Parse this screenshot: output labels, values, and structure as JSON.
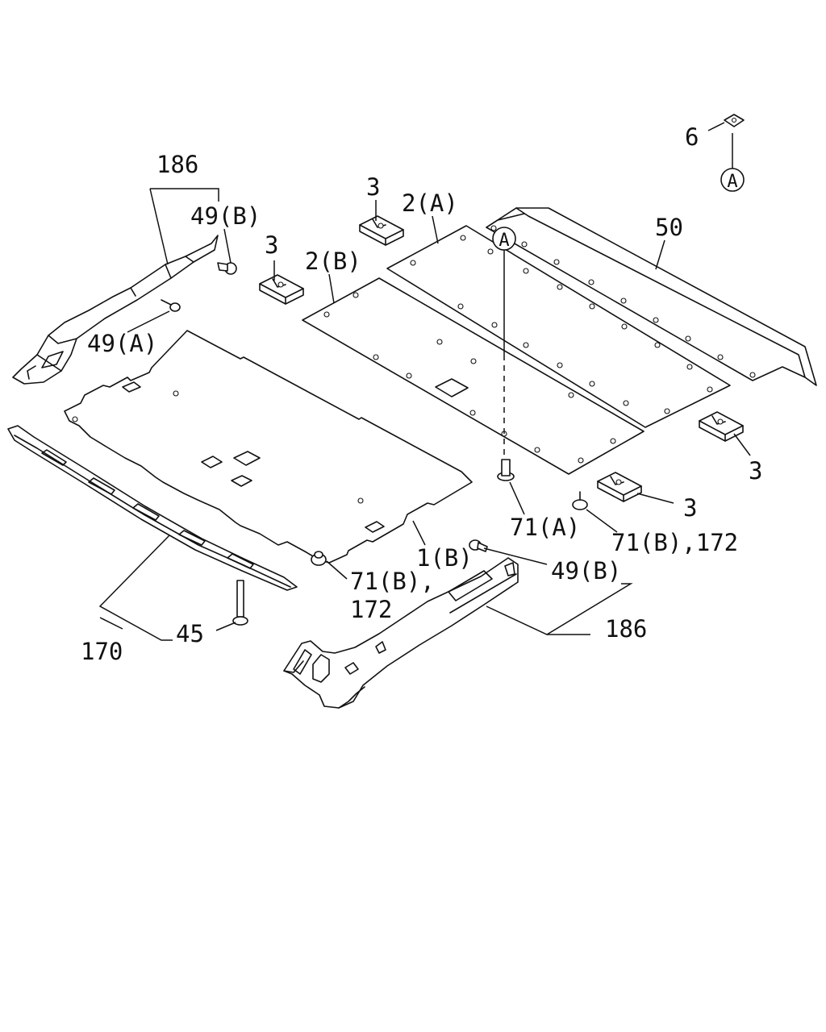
{
  "labels": {
    "l6": "6",
    "l186_top": "186",
    "l49b_top": "49(B)",
    "l3_a": "3",
    "l2a": "2(A)",
    "l50": "50",
    "l3_b": "3",
    "l2b": "2(B)",
    "l49a": "49(A)",
    "l3_c": "3",
    "l3_d": "3",
    "l71a": "71(A)",
    "l71b_172_right": "71(B),172",
    "l1b": "1(B)",
    "l49b_bottom": "49(B)",
    "l71b_left": "71(B),",
    "l172_left": "172",
    "l186_bottom": "186",
    "l45": "45",
    "l170": "170"
  },
  "callouts": {
    "ref_a_top": "A",
    "ref_a_mid": "A"
  }
}
